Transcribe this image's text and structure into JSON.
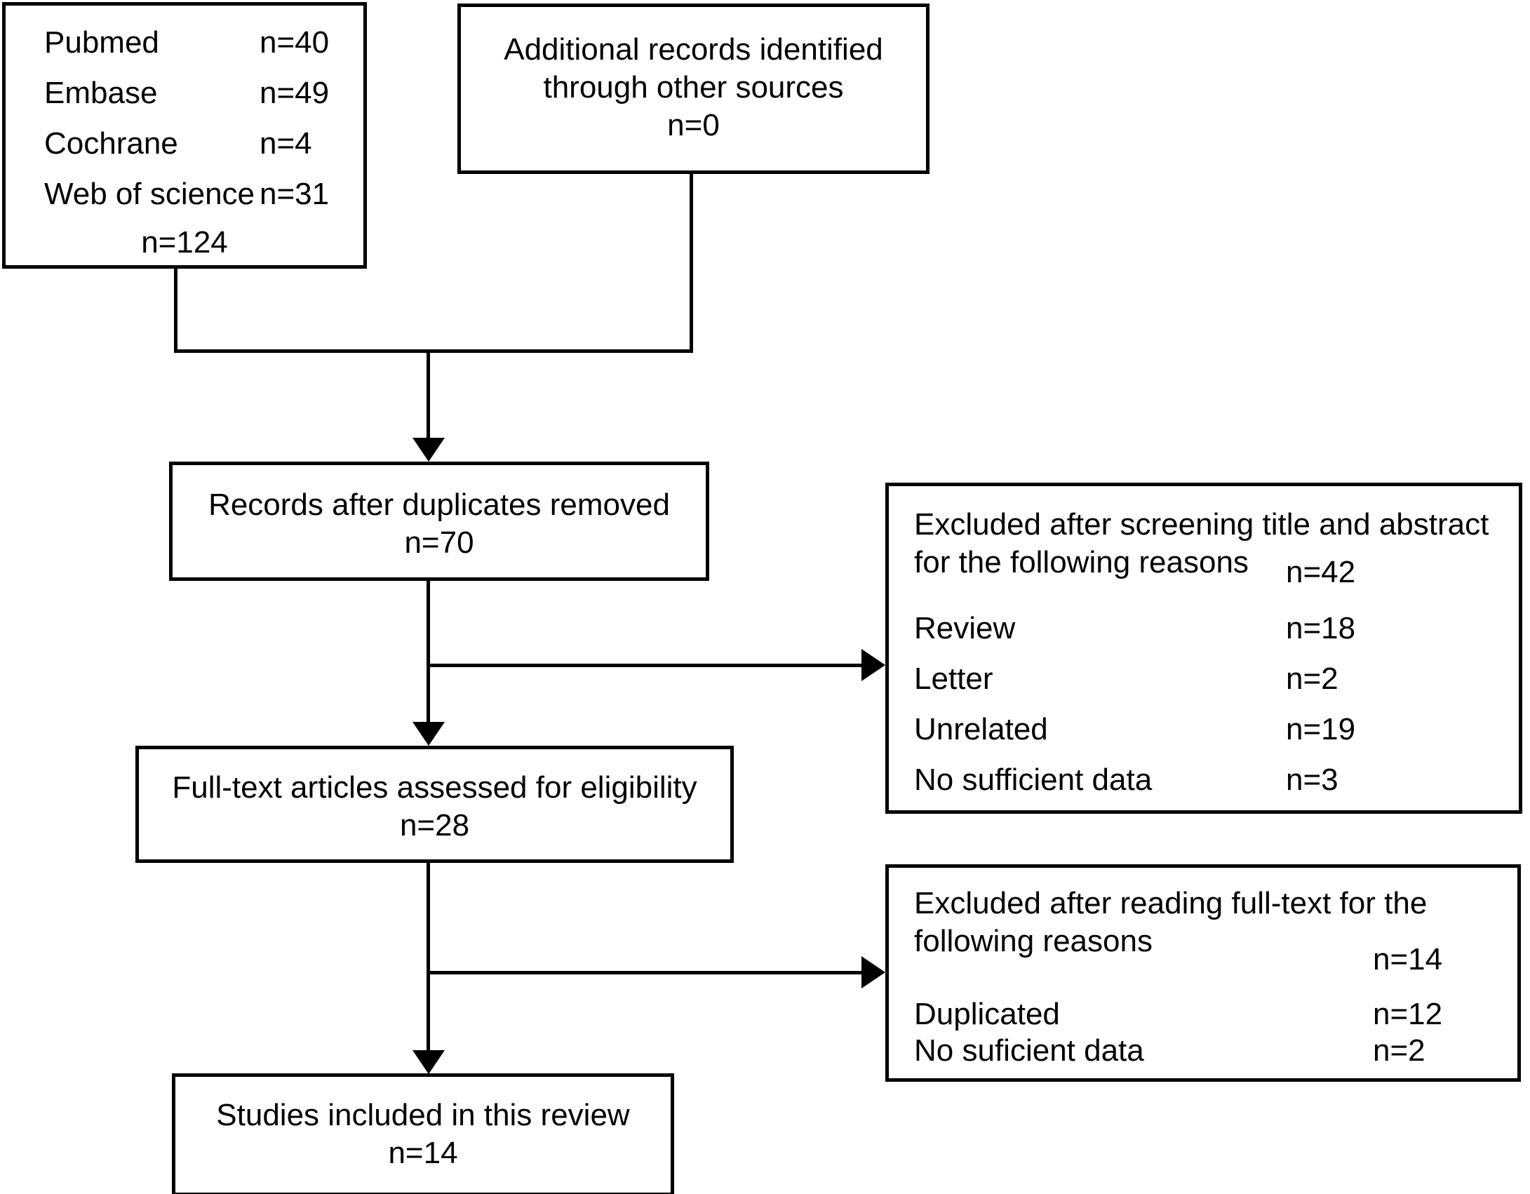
{
  "diagram": {
    "title": "PRISMA study selection flow diagram",
    "type": "flowchart",
    "stroke_color": "#000000",
    "background_color": "#ffffff"
  },
  "identification_box": {
    "sources": [
      {
        "label": "Pubmed",
        "count": "n=40"
      },
      {
        "label": "Embase",
        "count": "n=49"
      },
      {
        "label": "Cochrane",
        "count": "n=4"
      },
      {
        "label": "Web of science",
        "count": "n=31"
      }
    ],
    "total": "n=124"
  },
  "additional_records_box": {
    "line1": "Additional records identified",
    "line2": "through other sources",
    "count": "n=0"
  },
  "duplicates_removed_box": {
    "label": "Records after duplicates removed",
    "count": "n=70"
  },
  "excluded_screening_box": {
    "heading_line1": "Excluded after screening title and abstract",
    "heading_line2": "for the following reasons",
    "heading_count": "n=42",
    "reasons": [
      {
        "label": "Review",
        "count": "n=18"
      },
      {
        "label": "Letter",
        "count": "n=2"
      },
      {
        "label": "Unrelated",
        "count": "n=19"
      },
      {
        "label": "No sufficient data",
        "count": "n=3"
      }
    ]
  },
  "eligibility_box": {
    "label": "Full-text articles assessed for eligibility",
    "count": "n=28"
  },
  "excluded_fulltext_box": {
    "heading_line1": "Excluded after reading full-text for the",
    "heading_line2": "following reasons",
    "heading_count": "n=14",
    "reasons": [
      {
        "label": "Duplicated",
        "count": "n=12"
      },
      {
        "label": "No suficient data",
        "count": "n=2"
      }
    ]
  },
  "included_box": {
    "label": "Studies included in this review",
    "count": "n=14"
  }
}
